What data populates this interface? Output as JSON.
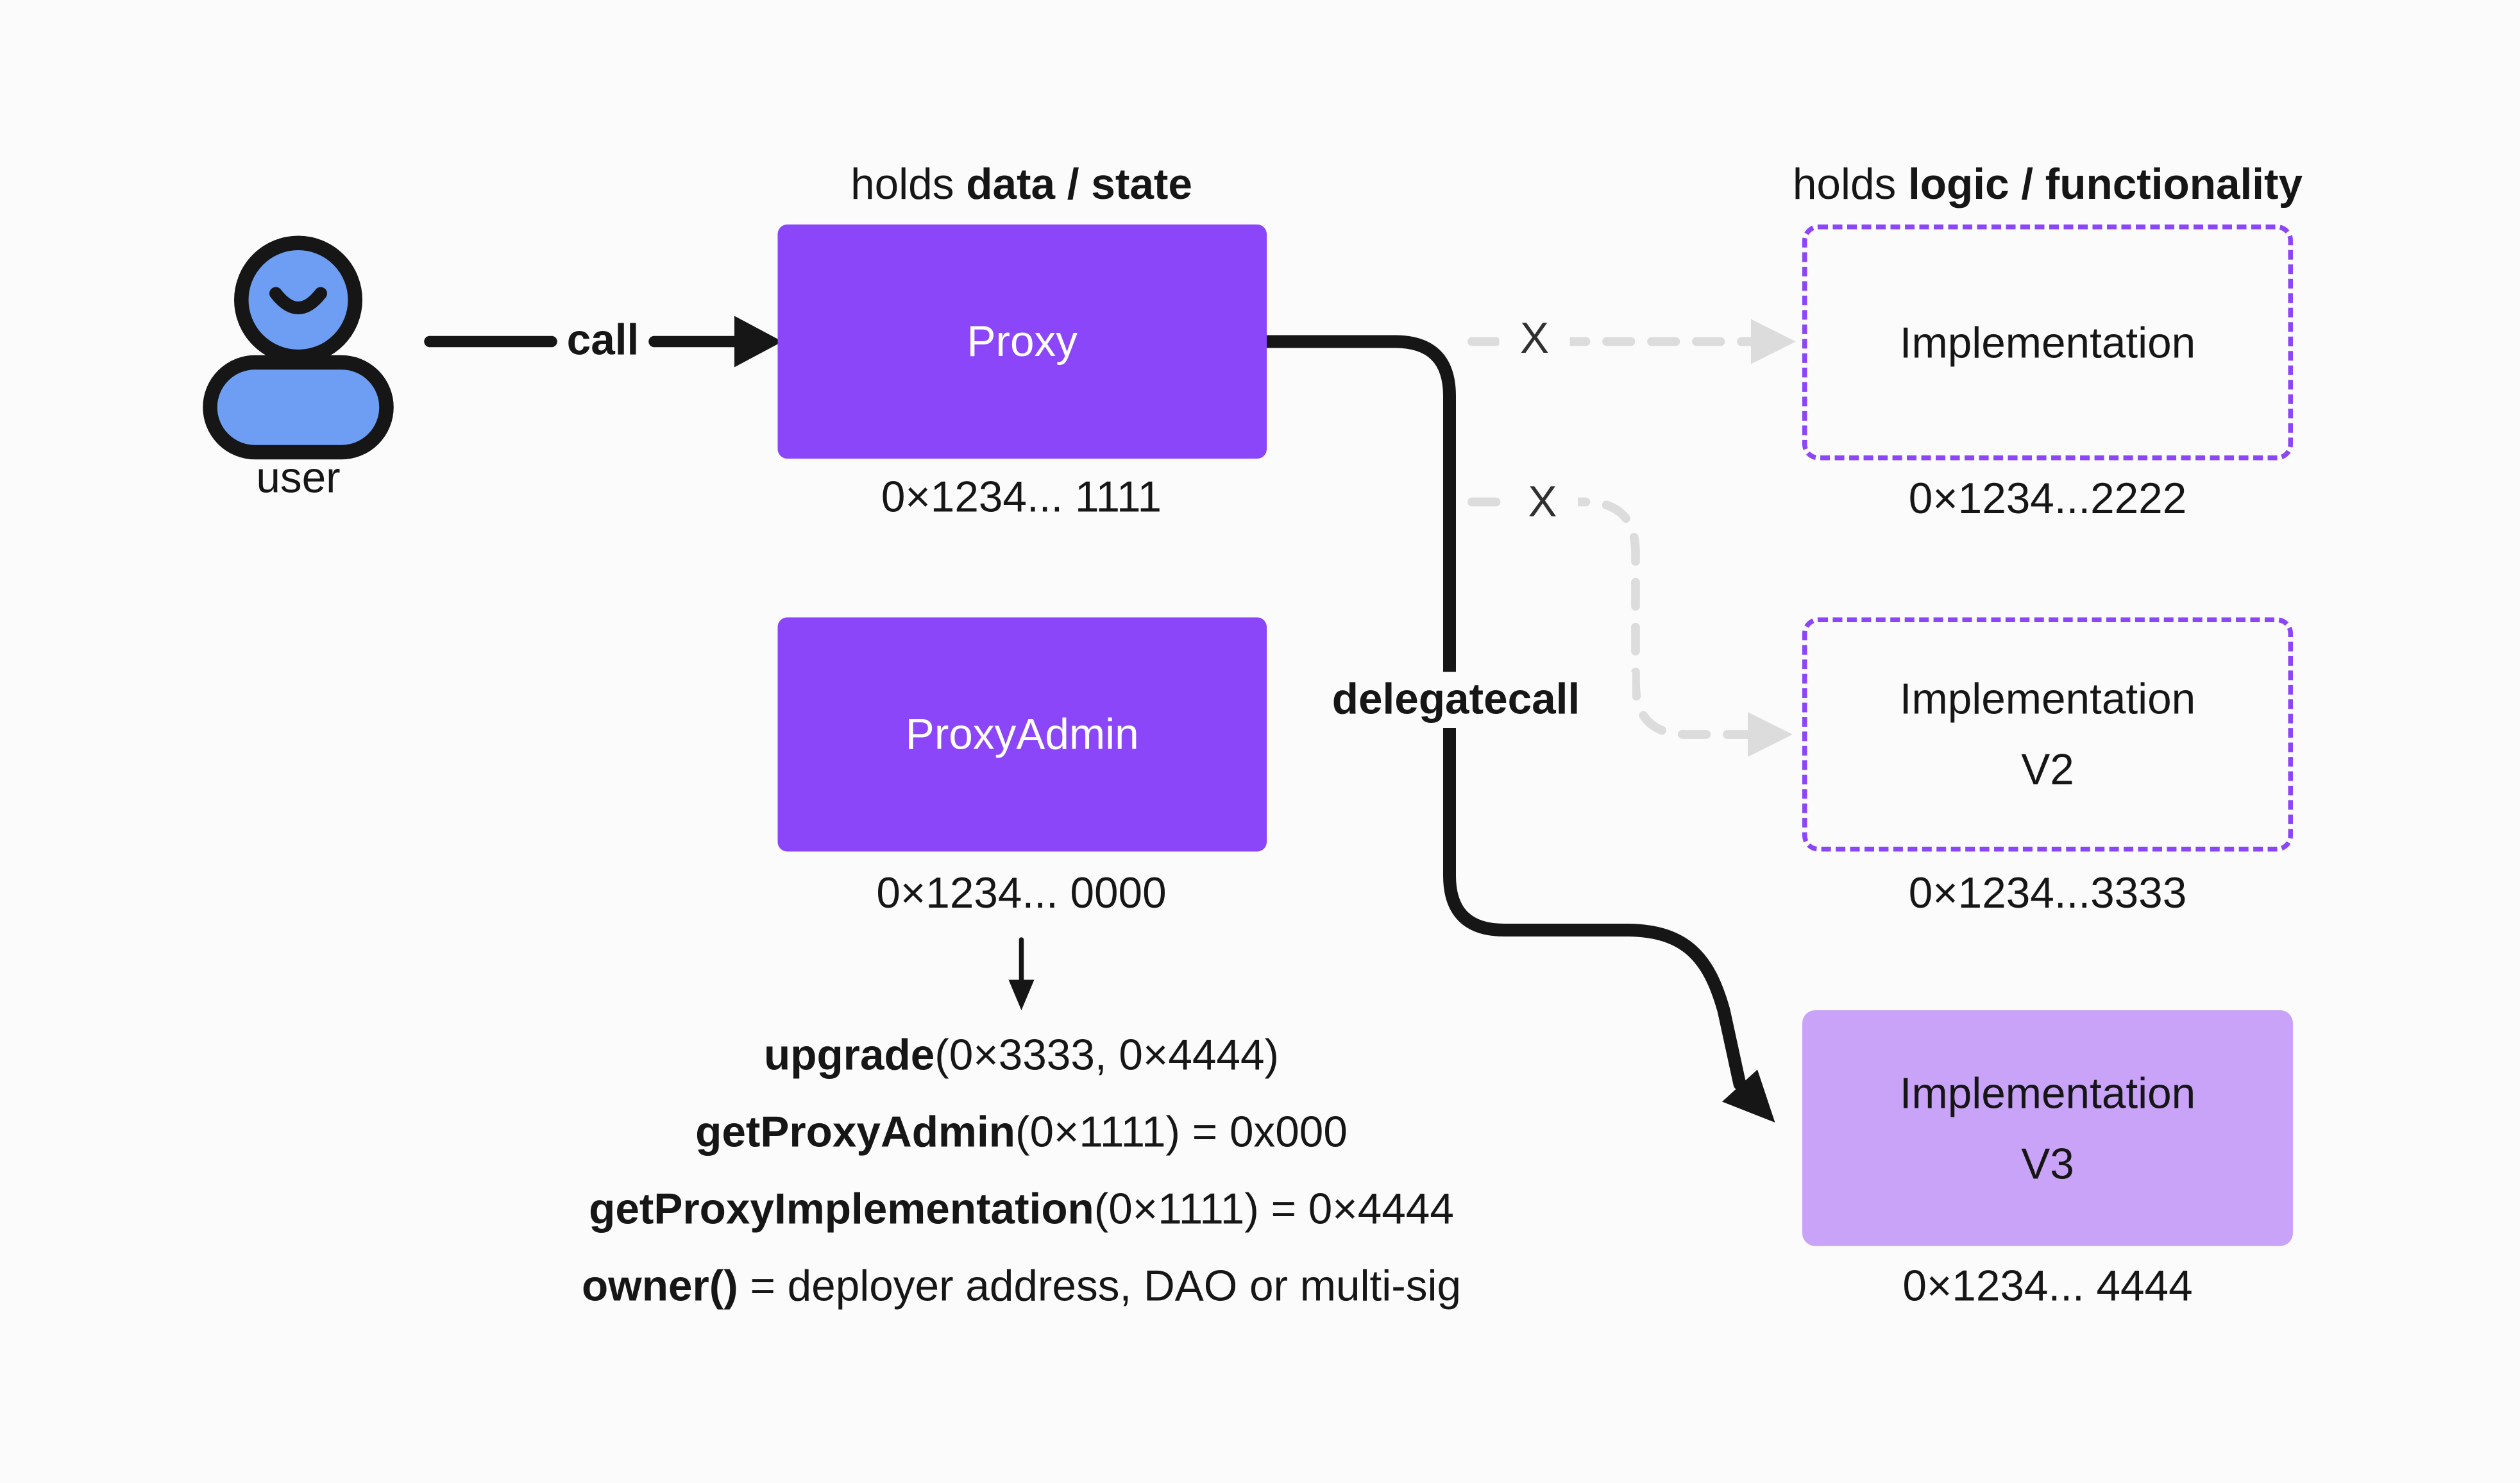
{
  "colors": {
    "purple": "#8a46f8",
    "light_purple": "#c9a3f8",
    "dashed_gray": "#dcdcdc",
    "ink": "#161616",
    "user_blue": "#6d9ef3",
    "background": "#fbfbfb"
  },
  "user": {
    "label": "user",
    "icon": "person-icon"
  },
  "call_arrow": {
    "label": "call"
  },
  "left_heading": {
    "prefix": "holds ",
    "bold": "data / state"
  },
  "right_heading": {
    "prefix": "holds ",
    "bold": "logic / functionality"
  },
  "proxy_box": {
    "label": "Proxy",
    "address": "0×1234... 1111"
  },
  "proxy_admin_box": {
    "label": "ProxyAdmin",
    "address": "0×1234... 0000"
  },
  "delegatecall": {
    "label": "delegatecall"
  },
  "cross_marks": {
    "x1": "X",
    "x2": "X"
  },
  "implementations": [
    {
      "line1": "Implementation",
      "address": "0×1234...2222",
      "style": "dashed"
    },
    {
      "line1": "Implementation",
      "line2": "V2",
      "address": "0×1234...3333",
      "style": "dashed"
    },
    {
      "line1": "Implementation",
      "line2": "V3",
      "address": "0×1234... 4444",
      "style": "solid"
    }
  ],
  "admin_functions": [
    {
      "bold": "upgrade",
      "rest": "(0×3333, 0×4444)"
    },
    {
      "bold": "getProxyAdmin",
      "rest": "(0×1111) = 0x000"
    },
    {
      "bold": "getProxyImplementation",
      "rest": "(0×1111) = 0×4444"
    },
    {
      "bold": "owner()",
      "rest": " = deployer address, DAO or multi-sig"
    }
  ]
}
